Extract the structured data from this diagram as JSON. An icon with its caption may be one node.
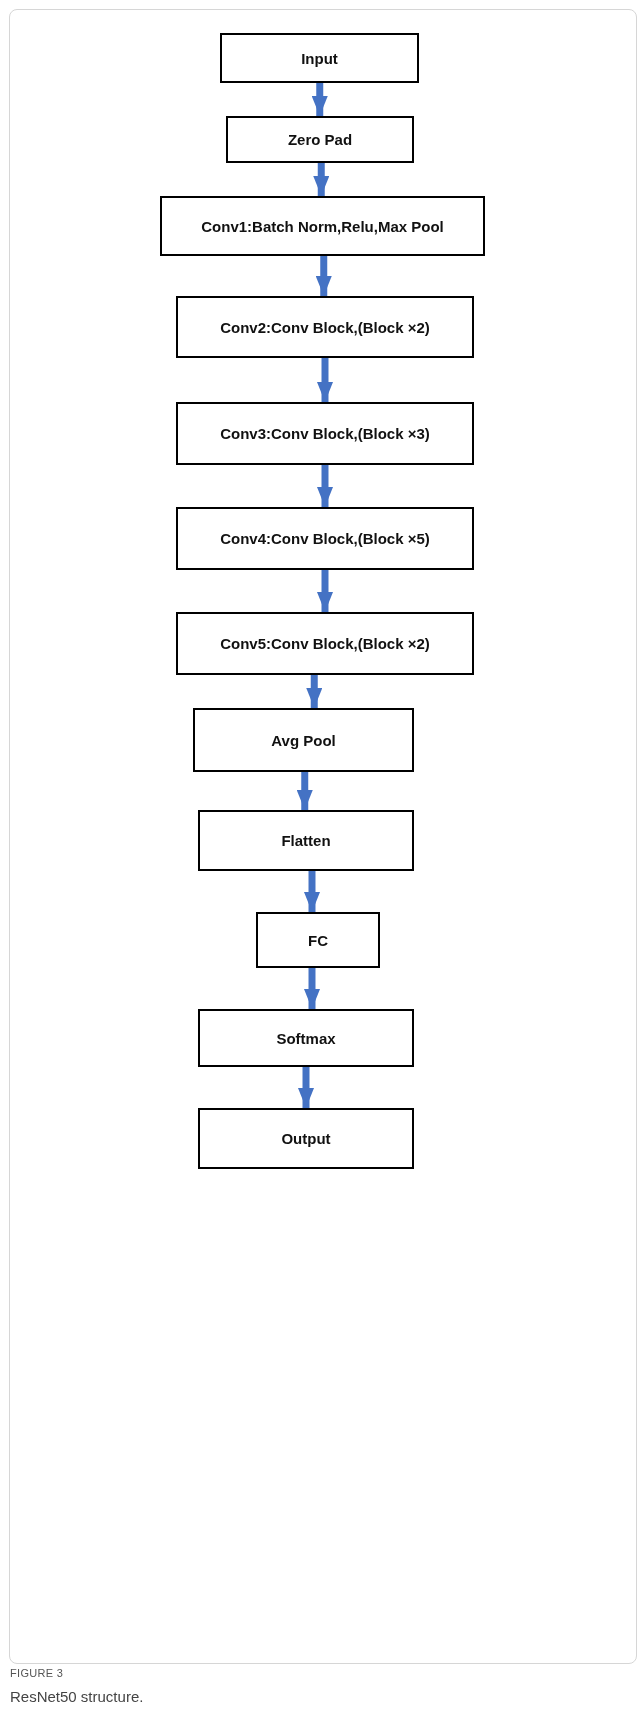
{
  "diagram": {
    "caption": "ResNet50 structure.",
    "nodes": [
      {
        "text": [
          "Input"
        ]
      },
      {
        "text": [
          "Zero Pad"
        ]
      },
      {
        "text": [
          "Conv1:Batch Norm,Relu,Max Pool"
        ]
      },
      {
        "text": [
          "Conv2:Conv Block,(Block ×2)"
        ]
      },
      {
        "text": [
          "Conv3:Conv Block,(Block ×3)"
        ]
      },
      {
        "text": [
          "Conv4:Conv Block,(Block ×5)"
        ]
      },
      {
        "text": [
          "Conv5:Conv Block,(Block ×2)"
        ]
      },
      {
        "text": [
          "Avg Pool"
        ]
      },
      {
        "text": [
          "Flatten"
        ]
      },
      {
        "text": [
          "FC"
        ]
      },
      {
        "text": [
          "Softmax"
        ]
      },
      {
        "text": [
          "Output"
        ]
      }
    ],
    "edges": [
      {
        "from": 0,
        "to": 1,
        "arrow": "to"
      },
      {
        "from": 1,
        "to": 2,
        "arrow": "to"
      },
      {
        "from": 2,
        "to": 3,
        "arrow": "to"
      },
      {
        "from": 3,
        "to": 4,
        "arrow": "to"
      },
      {
        "from": 4,
        "to": 5,
        "arrow": "to"
      },
      {
        "from": 5,
        "to": 6,
        "arrow": "to"
      },
      {
        "from": 6,
        "to": 7,
        "arrow": "to"
      },
      {
        "from": 7,
        "to": 8,
        "arrow": "to"
      },
      {
        "from": 8,
        "to": 9,
        "arrow": "to"
      },
      {
        "from": 9,
        "to": 10,
        "arrow": "to"
      },
      {
        "from": 10,
        "to": 11,
        "arrow": "to"
      }
    ],
    "labels": [
      "FIGURE 3"
    ]
  }
}
